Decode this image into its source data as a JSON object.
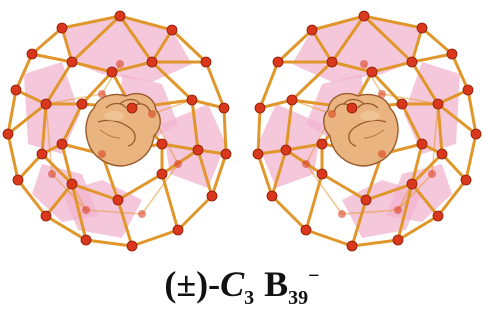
{
  "figure": {
    "enantiomers": [
      {
        "label": "left-enantiomer"
      },
      {
        "label": "right-enantiomer"
      }
    ],
    "colors": {
      "bond": "#e0962a",
      "atom": "#d9381c",
      "face": "#f2b4cf",
      "hand_skin": "#e9b47f"
    },
    "icons": [
      "fist-icon",
      "boron-cage"
    ]
  },
  "caption": {
    "prefix": "(±)-",
    "symmetry_letter": "C",
    "symmetry_subscript": "3",
    "element": "B",
    "element_subscript": "39",
    "charge": "−"
  }
}
